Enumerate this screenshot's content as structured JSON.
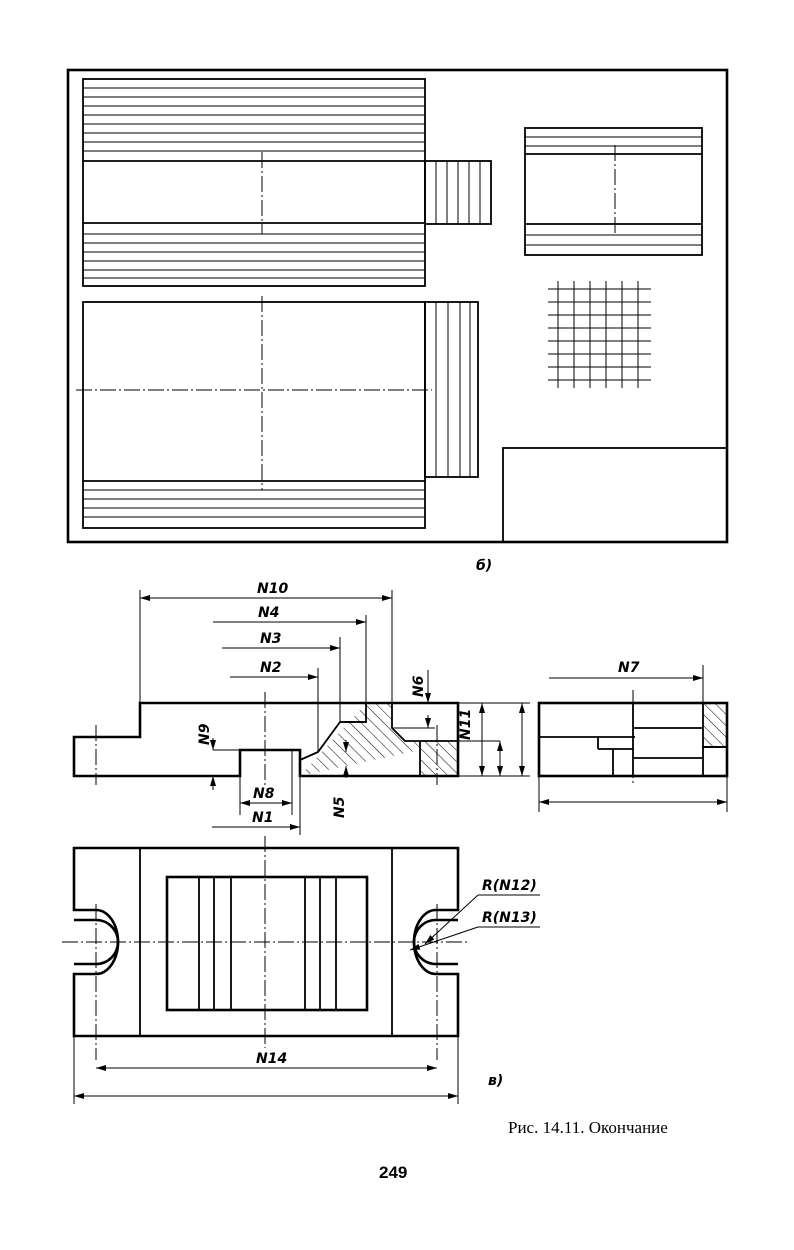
{
  "subfigure_b": {
    "label": "б)"
  },
  "subfigure_v": {
    "label": "в)"
  },
  "dimensions": {
    "n1": "N1",
    "n2": "N2",
    "n3": "N3",
    "n4": "N4",
    "n5": "N5",
    "n6": "N6",
    "n7": "N7",
    "n8": "N8",
    "n9": "N9",
    "n10": "N10",
    "n11": "N11",
    "n12": "R(N12)",
    "n13": "R(N13)",
    "n14": "N14"
  },
  "caption": "Рис. 14.11. Окончание",
  "page_number": "249"
}
